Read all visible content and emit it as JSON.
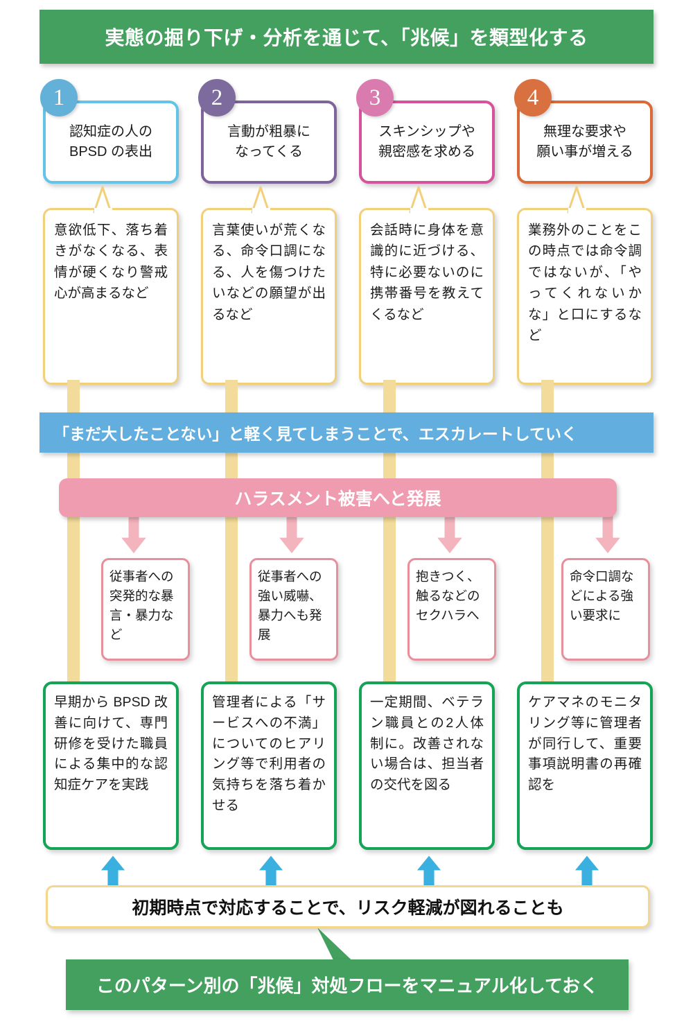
{
  "header": {
    "title": "実態の掘り下げ・分析を通じて、「兆候」を類型化する",
    "color": "#44a05f"
  },
  "categories": [
    {
      "number": "1",
      "label": "認知症の人の\nBPSD の表出",
      "color": "#63c4e8",
      "circle_color": "#63b0d8"
    },
    {
      "number": "2",
      "label": "言動が粗暴に\nなってくる",
      "color": "#7f639b",
      "circle_color": "#7d6b9e"
    },
    {
      "number": "3",
      "label": "スキンシップや\n親密感を求める",
      "color": "#d4539a",
      "circle_color": "#d97bae"
    },
    {
      "number": "4",
      "label": "無理な要求や\n願い事が増える",
      "color": "#d96a3a",
      "circle_color": "#d9703f"
    }
  ],
  "details": [
    {
      "text": "意欲低下、落ち着きがなくなる、表情が硬くなり警戒心が高まるなど"
    },
    {
      "text": "言葉使いが荒くなる、命令口調になる、人を傷つけたいなどの願望が出るなど"
    },
    {
      "text": "会話時に身体を意識的に近づける、特に必要ないのに携帯番号を教えてくるなど"
    },
    {
      "text": "業務外のことをこの時点では命令調ではないが、「やってくれないかな」と口にするなど"
    }
  ],
  "escalate_banner": {
    "text": "「まだ大したことない」と軽く見てしまうことで、エスカレートしていく",
    "color": "#62aede"
  },
  "harassment_banner": {
    "text": "ハラスメント被害へと発展",
    "color": "#ef9cb0"
  },
  "harassment_outcomes": [
    {
      "text": "従事者への突発的な暴言・暴力など"
    },
    {
      "text": "従事者への強い威嚇、暴力へも発展"
    },
    {
      "text": "抱きつく、触るなどのセクハラへ"
    },
    {
      "text": "命令口調などによる強い要求に"
    }
  ],
  "solutions": [
    {
      "text": "早期から BPSD 改善に向けて、専門研修を受けた職員による集中的な認知症ケアを実践"
    },
    {
      "text": "管理者による「サービスへの不満」についてのヒアリング等で利用者の気持ちを落ち着かせる"
    },
    {
      "text": "一定期間、ベテラン職員との2人体制に。改善されない場合は、担当者の交代を図る"
    },
    {
      "text": "ケアマネのモニタリング等に管理者が同行して、重要事項説明書の再確認を"
    }
  ],
  "risk_banner": {
    "text": "初期時点で対応することで、リスク軽減が図れることも",
    "border_color": "#f3d78d"
  },
  "manual_banner": {
    "text": "このパターン別の「兆候」対処フローをマニュアル化しておく",
    "color": "#44a05f"
  },
  "connector_colors": {
    "yellow_bar": "#f3dc9b",
    "pink_arrow": "#f3b4bd",
    "blue_arrow": "#3ab0e0",
    "green_arrow": "#44a05f"
  }
}
